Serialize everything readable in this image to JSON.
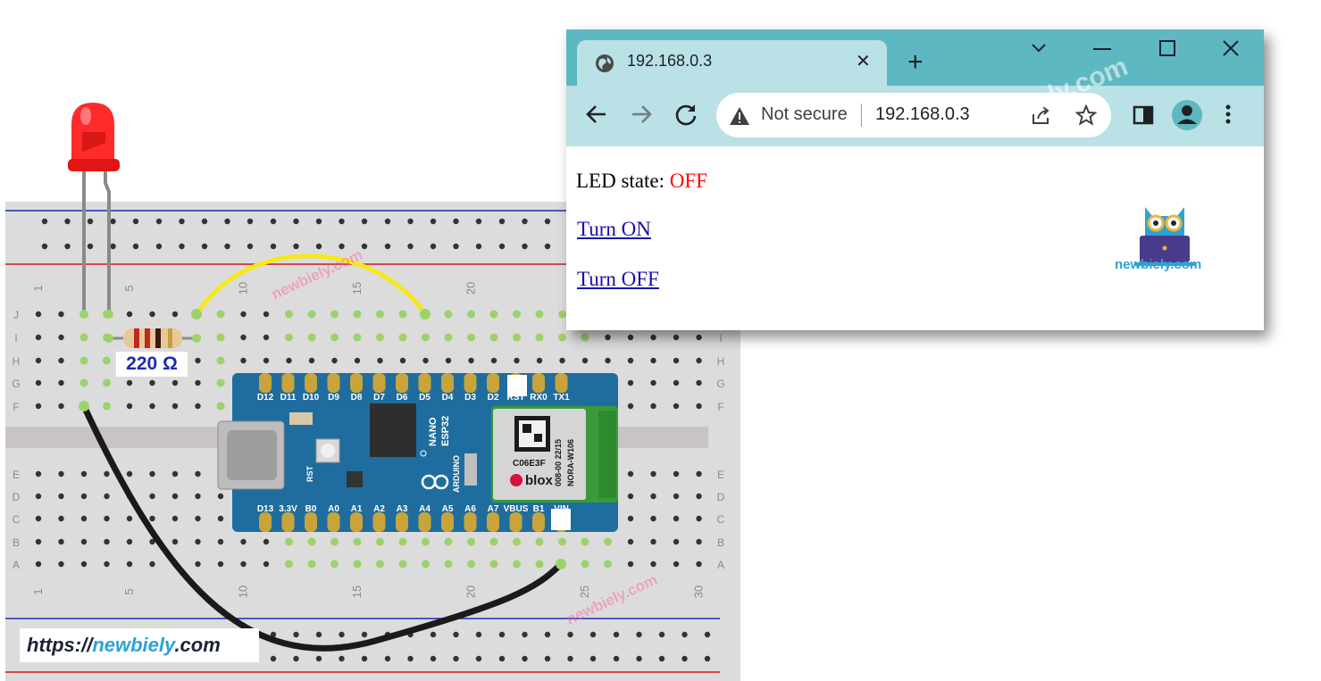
{
  "browser": {
    "tab_title": "192.168.0.3",
    "tab_close": "✕",
    "new_tab": "+",
    "address": {
      "security_text": "Not secure",
      "url": "192.168.0.3"
    },
    "watermark": "newbiely.com",
    "page": {
      "led_label": "LED state: ",
      "led_value": "OFF",
      "links": [
        "Turn ON",
        "Turn OFF"
      ],
      "logo_text": "newbiely.com"
    },
    "colors": {
      "tabstrip": "#5db8c2",
      "toolbar": "#b9e1e6",
      "led_off": "#ff0000",
      "link": "#1a0dab"
    }
  },
  "circuit": {
    "resistor_label": "220 Ω",
    "board": {
      "top_pins": [
        "D12",
        "D11",
        "D10",
        "D9",
        "D8",
        "D7",
        "D6",
        "D5",
        "D4",
        "D3",
        "D2",
        "RST",
        "RX0",
        "TX1"
      ],
      "bottom_pins": [
        "D13",
        "3.3V",
        "B0",
        "A0",
        "A1",
        "A2",
        "A3",
        "A4",
        "A5",
        "A6",
        "A7",
        "VBUS",
        "B1",
        "VIN"
      ],
      "chip_text": [
        "NANO",
        "ESP32",
        "ARDUINO"
      ],
      "module_text": [
        "C06E3F",
        "008-00 22/15",
        "NORA-W106",
        "blox"
      ],
      "rst_label": "RST"
    },
    "row_letters": [
      "J",
      "I",
      "H",
      "G",
      "F",
      "E",
      "D",
      "C",
      "B",
      "A"
    ],
    "column_numbers": [
      "1",
      "5",
      "10",
      "15",
      "20",
      "25",
      "30"
    ],
    "watermark": "newbiely.com",
    "colors": {
      "board": "#1f6d9e",
      "jumper_yellow": "#f7e81c",
      "jumper_black": "#1a1a1a",
      "led": "#ff2a2a",
      "rail_blue": "#1a2bb5",
      "rail_red": "#d01818"
    }
  },
  "site_url": {
    "prefix": "https://",
    "name": "newbiely",
    "suffix": ".com"
  }
}
